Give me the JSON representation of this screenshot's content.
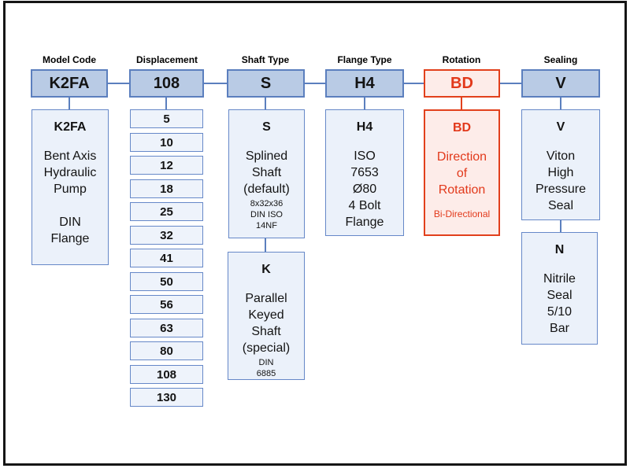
{
  "diagram": {
    "product_code": "K2FA 108 S H4 BD V",
    "colors": {
      "blue_border": "#5b7fbe",
      "blue_header_fill": "#b9cbe5",
      "blue_detail_fill": "#ebf1fa",
      "red_border": "#e2401c",
      "red_fill": "#fdece9",
      "red_text": "#e2391b"
    },
    "columns": [
      {
        "label": "Model Code",
        "code": "K2FA",
        "boxes": [
          {
            "title": "K2FA",
            "body": "Bent Axis\nHydraulic\nPump\n\nDIN\nFlange"
          }
        ]
      },
      {
        "label": "Displacement",
        "code": "108",
        "options": [
          "5",
          "10",
          "12",
          "18",
          "25",
          "32",
          "41",
          "50",
          "56",
          "63",
          "80",
          "108",
          "130"
        ]
      },
      {
        "label": "Shaft Type",
        "code": "S",
        "boxes": [
          {
            "title": "S",
            "body": "Splined\nShaft\n(default)",
            "note": "8x32x36\nDIN ISO\n14NF"
          },
          {
            "title": "K",
            "body": "Parallel\nKeyed\nShaft\n(special)",
            "note": "DIN\n6885"
          }
        ]
      },
      {
        "label": "Flange Type",
        "code": "H4",
        "boxes": [
          {
            "title": "H4",
            "body": "ISO\n7653\nØ80\n4 Bolt\nFlange"
          }
        ]
      },
      {
        "label": "Rotation",
        "code": "BD",
        "boxes": [
          {
            "title": "BD",
            "body": "Direction\nof\nRotation",
            "note": "Bi-Directional"
          }
        ]
      },
      {
        "label": "Sealing",
        "code": "V",
        "boxes": [
          {
            "title": "V",
            "body": "Viton\nHigh\nPressure\nSeal"
          },
          {
            "title": "N",
            "body": "Nitrile\nSeal\n5/10\nBar"
          }
        ]
      }
    ]
  }
}
